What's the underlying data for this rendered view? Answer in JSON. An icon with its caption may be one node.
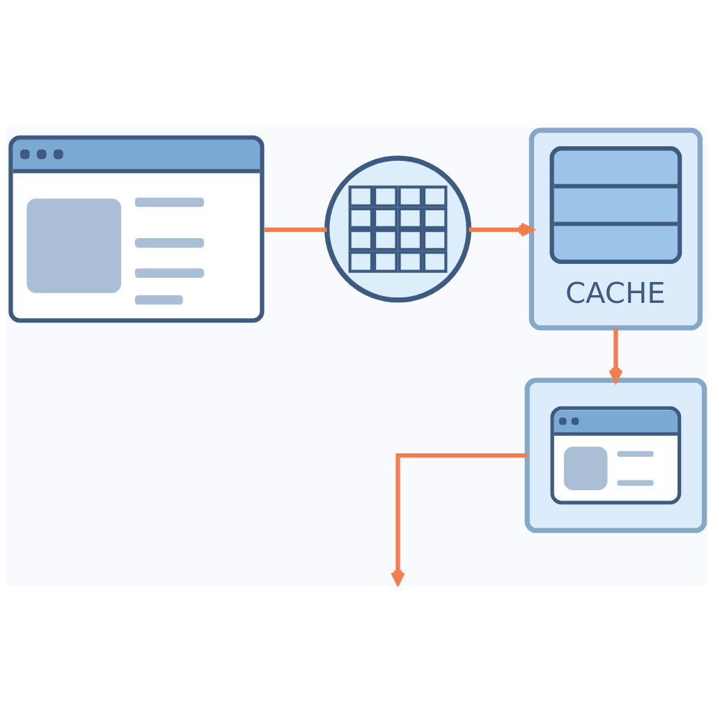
{
  "diagram": {
    "nodes": [
      {
        "text": [],
        "shape": "picture"
      },
      {
        "text": [],
        "shape": "picture"
      },
      {
        "text": [
          "CACHE"
        ]
      },
      {
        "text": [],
        "shape": "picture"
      }
    ],
    "edges": [
      {
        "from": 0,
        "to": 1,
        "arrow": "none"
      },
      {
        "from": 1,
        "to": 2,
        "arrow": "to"
      },
      {
        "from": 2,
        "to": 3,
        "arrow": "to"
      },
      {
        "from": 3,
        "to": null,
        "arrow": "to"
      }
    ]
  }
}
